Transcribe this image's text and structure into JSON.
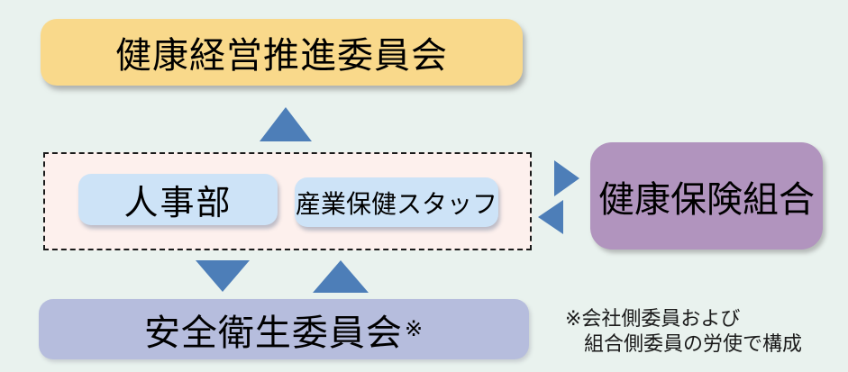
{
  "diagram": {
    "top_box": {
      "label": "健康経営推進委員会"
    },
    "center_group": {
      "hr_box": {
        "label": "人事部"
      },
      "occupational_health_box": {
        "label": "産業保健スタッフ"
      }
    },
    "right_box": {
      "label": "健康保険組合"
    },
    "bottom_box": {
      "label": "安全衛生委員会",
      "note_marker": "※"
    },
    "note": {
      "line1": "※会社側委員および",
      "line2": "組合側委員の労使で構成"
    },
    "colors": {
      "background": "#e9f2ee",
      "top_box_bg": "#f9d98b",
      "center_group_bg": "#fdf0ed",
      "center_box_bg": "#cde3f7",
      "right_box_bg": "#b194be",
      "bottom_box_bg": "#b6bddd",
      "arrow": "#4d7eb8",
      "text": "#000000"
    }
  }
}
